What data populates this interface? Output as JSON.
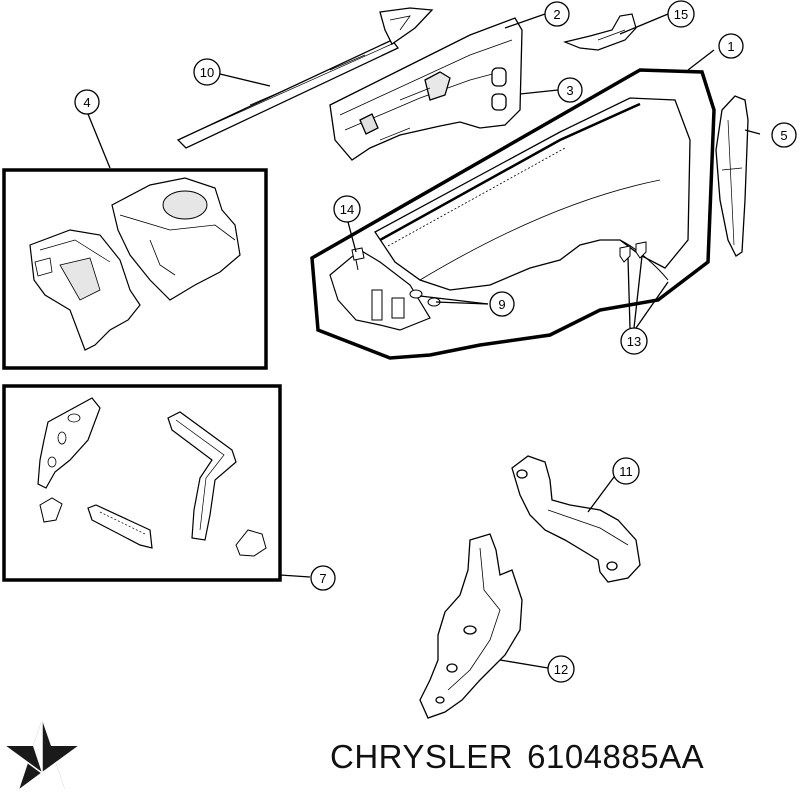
{
  "callouts": {
    "c1": "1",
    "c2": "2",
    "c3": "3",
    "c4": "4",
    "c5": "5",
    "c7": "7",
    "c9": "9",
    "c10": "10",
    "c11": "11",
    "c12": "12",
    "c13": "13",
    "c14": "14",
    "c15": "15"
  },
  "footer": {
    "brand": "CHRYSLER",
    "part_number": "6104885AA",
    "logo_icon": "chrysler-pentastar-icon"
  },
  "colors": {
    "line": "#000000",
    "background": "#ffffff",
    "part_fill": "#ffffff",
    "shade": "#d9d9d9"
  }
}
